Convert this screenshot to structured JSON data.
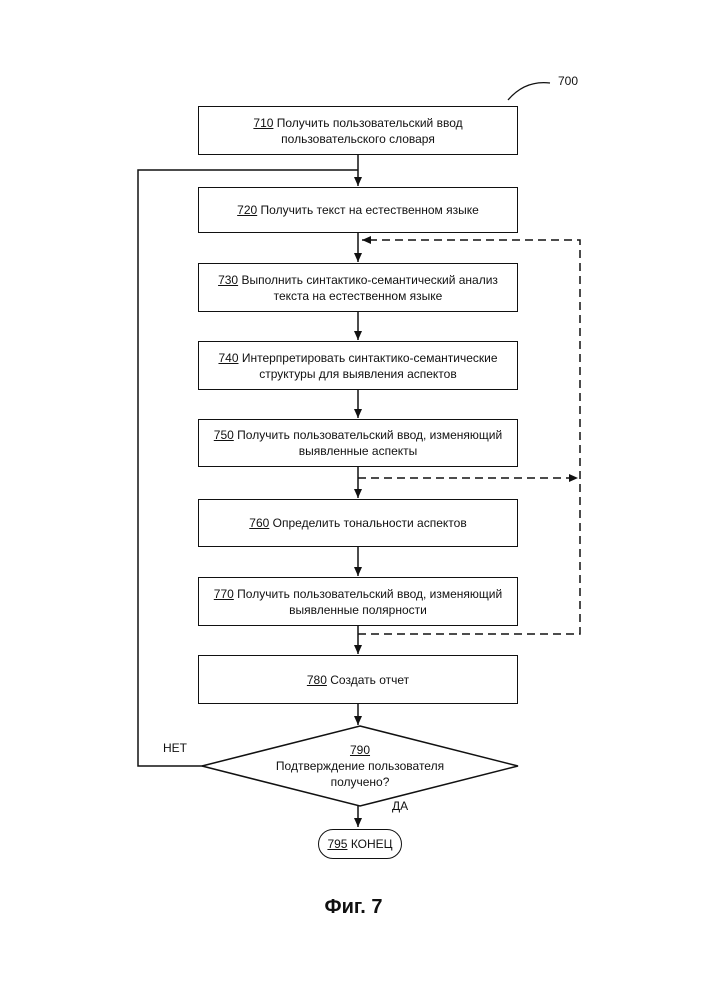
{
  "figure_ref": "700",
  "steps": [
    {
      "num": "710",
      "line1": "Получить пользовательский ввод",
      "line2": "пользовательского словаря"
    },
    {
      "num": "720",
      "line1": "Получить текст на естественном языке",
      "line2": ""
    },
    {
      "num": "730",
      "line1": "Выполнить синтактико-семантический анализ",
      "line2": "текста на естественном языке"
    },
    {
      "num": "740",
      "line1": "Интерпретировать синтактико-семантические",
      "line2": "структуры для выявления аспектов"
    },
    {
      "num": "750",
      "line1": "Получить пользовательский ввод, изменяющий",
      "line2": "выявленные аспекты"
    },
    {
      "num": "760",
      "line1": "Определить тональности аспектов",
      "line2": ""
    },
    {
      "num": "770",
      "line1": "Получить пользовательский ввод, изменяющий",
      "line2": "выявленные полярности"
    },
    {
      "num": "780",
      "line1": "Создать отчет",
      "line2": ""
    }
  ],
  "decision": {
    "num": "790",
    "line1": "Подтверждение пользователя",
    "line2": "получено?",
    "no_label": "НЕТ",
    "yes_label": "ДА"
  },
  "end": {
    "num": "795",
    "label": "КОНЕЦ"
  },
  "caption": "Фиг. 7"
}
